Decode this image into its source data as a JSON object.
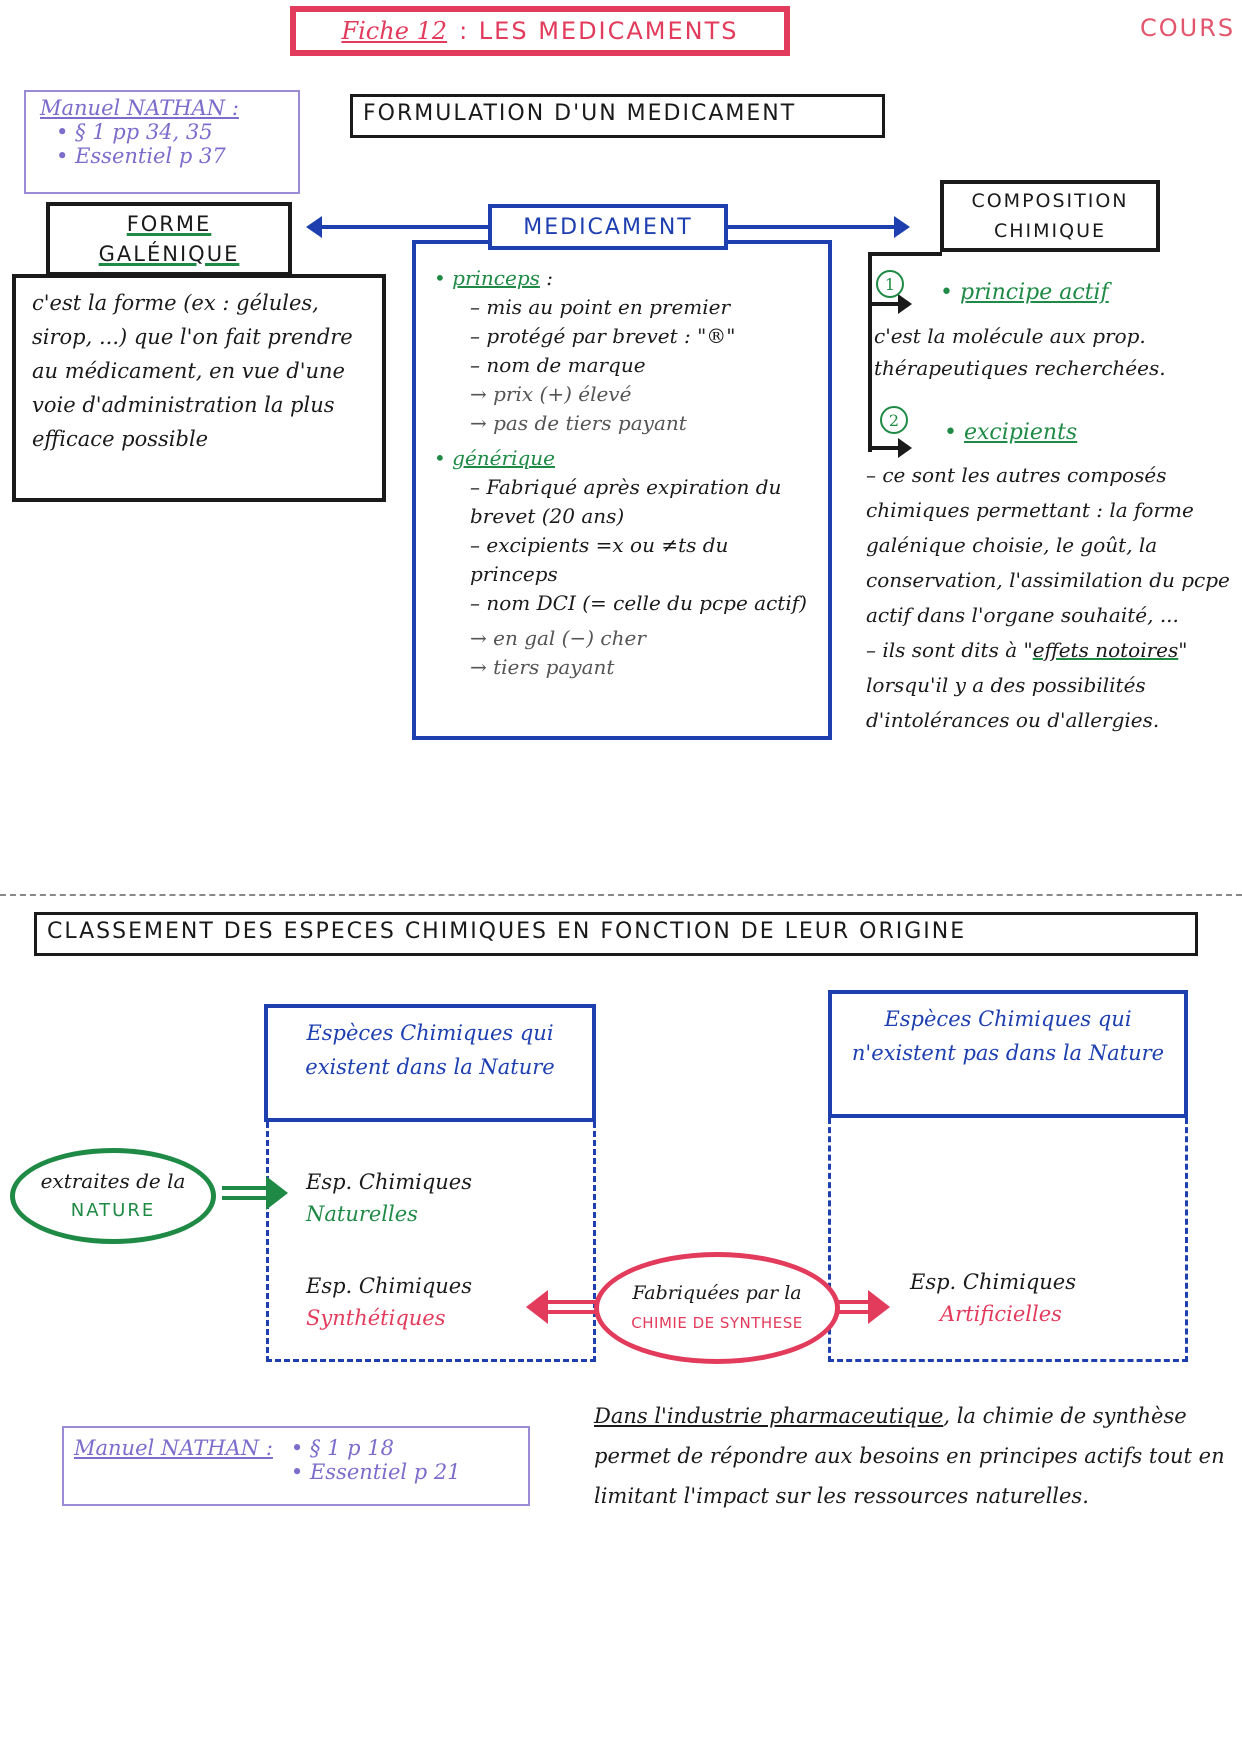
{
  "header": {
    "fiche_number": "Fiche 12",
    "title": ": LES MEDICAMENTS",
    "type": "COURS"
  },
  "reference_top": {
    "label": "Manuel NATHAN :",
    "items": [
      "§ 1 pp 34, 35",
      "Essentiel p 37"
    ]
  },
  "section1": {
    "title": "FORMULATION D'UN MEDICAMENT",
    "medicament": {
      "label": "MEDICAMENT",
      "princeps": {
        "title": "princeps",
        "suffix": " :",
        "items": [
          "mis au point en premier",
          "protégé par brevet : \"®\"",
          "nom de marque"
        ],
        "consequences": [
          "prix (+) élevé",
          "pas de tiers payant"
        ]
      },
      "generique": {
        "title": "générique",
        "items": [
          "Fabriqué après expiration du brevet (20 ans)",
          "excipients =x ou ≠ts du princeps",
          "nom DCI (= celle du pcpe actif)"
        ],
        "consequences": [
          "en gal (−) cher",
          "tiers payant"
        ]
      }
    },
    "forme_galenique": {
      "label_line1": "FORME",
      "label_line2": "GALÉNIQUE",
      "text": "c'est la forme (ex : gélules, sirop, ...) que l'on fait prendre au médicament, en vue d'une voie d'administration la plus efficace possible"
    },
    "composition_chimique": {
      "label_line1": "COMPOSITION",
      "label_line2": "CHIMIQUE",
      "principe_actif": {
        "number": "1",
        "title": "principe actif",
        "text": "c'est la molécule aux prop. thérapeutiques recherchées."
      },
      "excipients": {
        "number": "2",
        "title": "excipients",
        "text1": "– ce sont les autres composés chimiques permettant : la forme galénique choisie, le goût, la conservation, l'assimilation du pcpe actif dans l'organe souhaité, ...",
        "text2_before": "– ils sont dits à \"",
        "text2_highlight": "effets notoires",
        "text2_after": "\" lorsqu'il y a des possibilités d'intolérances ou d'allergies."
      }
    }
  },
  "section2": {
    "title": "CLASSEMENT DES ESPECES CHIMIQUES EN FONCTION DE LEUR ORIGINE",
    "left_column": {
      "header": "Espèces Chimiques qui existent dans la Nature",
      "naturelles_prefix": "Esp. Chimiques",
      "naturelles_label": "Naturelles",
      "synthetiques_prefix": "Esp. Chimiques",
      "synthetiques_label": "Synthétiques"
    },
    "right_column": {
      "header": "Espèces Chimiques qui n'existent pas dans la Nature",
      "artificielles_prefix": "Esp. Chimiques",
      "artificielles_label": "Artificielles"
    },
    "nature_source": {
      "line1": "extraites de la",
      "line2": "NATURE"
    },
    "synthese_source": {
      "line1": "Fabriquées par la",
      "line2": "CHIMIE DE SYNTHESE"
    }
  },
  "reference_bottom": {
    "label": "Manuel NATHAN :",
    "items": [
      "§ 1 p 18",
      "Essentiel p 21"
    ]
  },
  "conclusion": {
    "underlined": "Dans l'industrie pharmaceutique",
    "rest": ", la chimie de synthèse permet de répondre aux besoins en principes actifs tout en limitant l'impact sur les ressources naturelles."
  },
  "colors": {
    "title_red": "#e23b5c",
    "blue": "#1d3fb0",
    "green": "#1f8a45",
    "reference_purple": "#7d6ccc",
    "ink": "#1a1a1a"
  }
}
